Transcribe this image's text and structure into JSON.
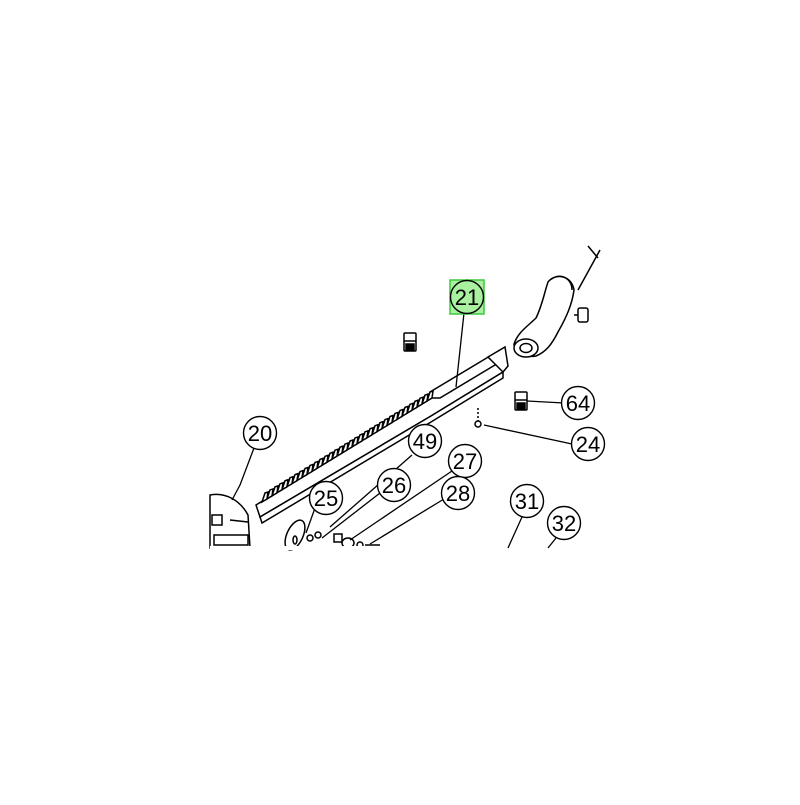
{
  "diagram": {
    "callouts": [
      {
        "label": "21",
        "highlighted": true
      },
      {
        "label": "20",
        "highlighted": false
      },
      {
        "label": "49",
        "highlighted": false
      },
      {
        "label": "27",
        "highlighted": false
      },
      {
        "label": "25",
        "highlighted": false
      },
      {
        "label": "26",
        "highlighted": false
      },
      {
        "label": "28",
        "highlighted": false
      },
      {
        "label": "31",
        "highlighted": false
      },
      {
        "label": "32",
        "highlighted": false
      },
      {
        "label": "64",
        "highlighted": false
      },
      {
        "label": "24",
        "highlighted": false
      }
    ],
    "colors": {
      "line": "#000000",
      "background": "#ffffff",
      "highlight_fill": "#a9f0a0",
      "highlight_border": "#3fc83f"
    }
  }
}
